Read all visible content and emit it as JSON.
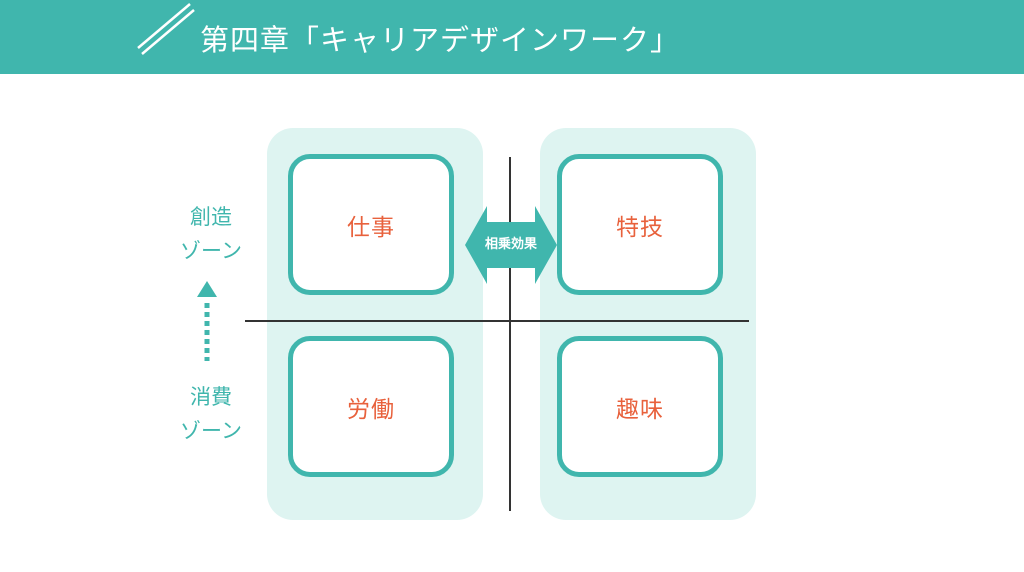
{
  "header": {
    "title": "第四章「キャリアデザインワーク」"
  },
  "quadrants": {
    "top_left": "仕事",
    "top_right": "特技",
    "bottom_left": "労働",
    "bottom_right": "趣味"
  },
  "synergy": {
    "label": "相乗効果"
  },
  "zones": {
    "upper": [
      "創造",
      "ゾーン"
    ],
    "lower": [
      "消費",
      "ゾーン"
    ]
  },
  "colors": {
    "teal": "#40b6ad",
    "column_bg": "#def4f1",
    "quadrant_text": "#e8613c",
    "axis": "#333333"
  },
  "icons": {
    "zone_arrow": "dotted-up-arrow-icon",
    "synergy_arrow": "double-headed-arrow-icon"
  }
}
